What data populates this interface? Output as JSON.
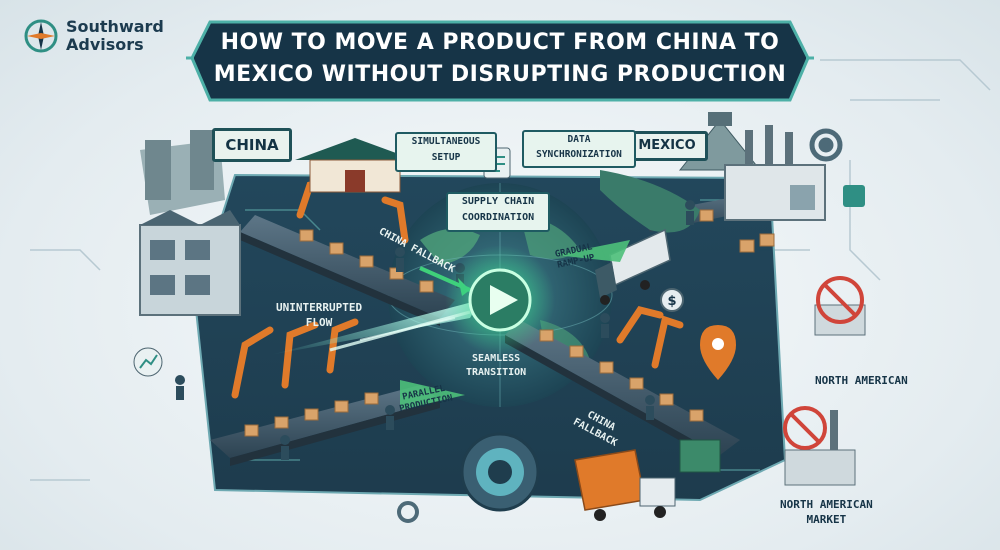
{
  "brand": {
    "name_line1": "Southward",
    "name_line2": "Advisors"
  },
  "title": {
    "line1": "HOW TO MOVE A PRODUCT FROM CHINA TO",
    "line2": "MEXICO WITHOUT DISRUPTING PRODUCTION"
  },
  "labels": {
    "china": "CHINA",
    "mexico": "MEXICO",
    "simultaneous_setup": [
      "SIMULTANEOUS",
      "SETUP"
    ],
    "data_sync": [
      "DATA",
      "SYNCHRONIZATION"
    ],
    "supply_chain": [
      "SUPPLY CHAIN",
      "COORDINATION"
    ],
    "china_fallback_top": "CHINA FALLBACK",
    "gradual_ramp": [
      "GRADUAL",
      "RAMP-UP"
    ],
    "uninterrupted_flow": [
      "UNINTERRUPTED",
      "FLOW"
    ],
    "seamless_transition": [
      "SEAMLESS",
      "TRANSITION"
    ],
    "parallel_production": [
      "PARALLEL",
      "PRODUCTION"
    ],
    "china_fallback_bottom": [
      "CHINA",
      "FALLBACK"
    ],
    "north_american": "NORTH AMERICAN",
    "north_american_market": [
      "NORTH AMERICAN",
      "MARKET"
    ]
  },
  "colors": {
    "dark_navy": "#163447",
    "teal": "#2f8f84",
    "green_glow": "#3fd07a",
    "orange_robot": "#e07a2a",
    "box": "#d9a36a"
  },
  "icons": [
    "compass-logo-icon",
    "play-icon",
    "gear-icon",
    "dollar-icon",
    "location-pin-icon",
    "no-factory-icon",
    "truck-icon",
    "container-icon",
    "globe-icon",
    "chart-icon",
    "checklist-icon"
  ]
}
